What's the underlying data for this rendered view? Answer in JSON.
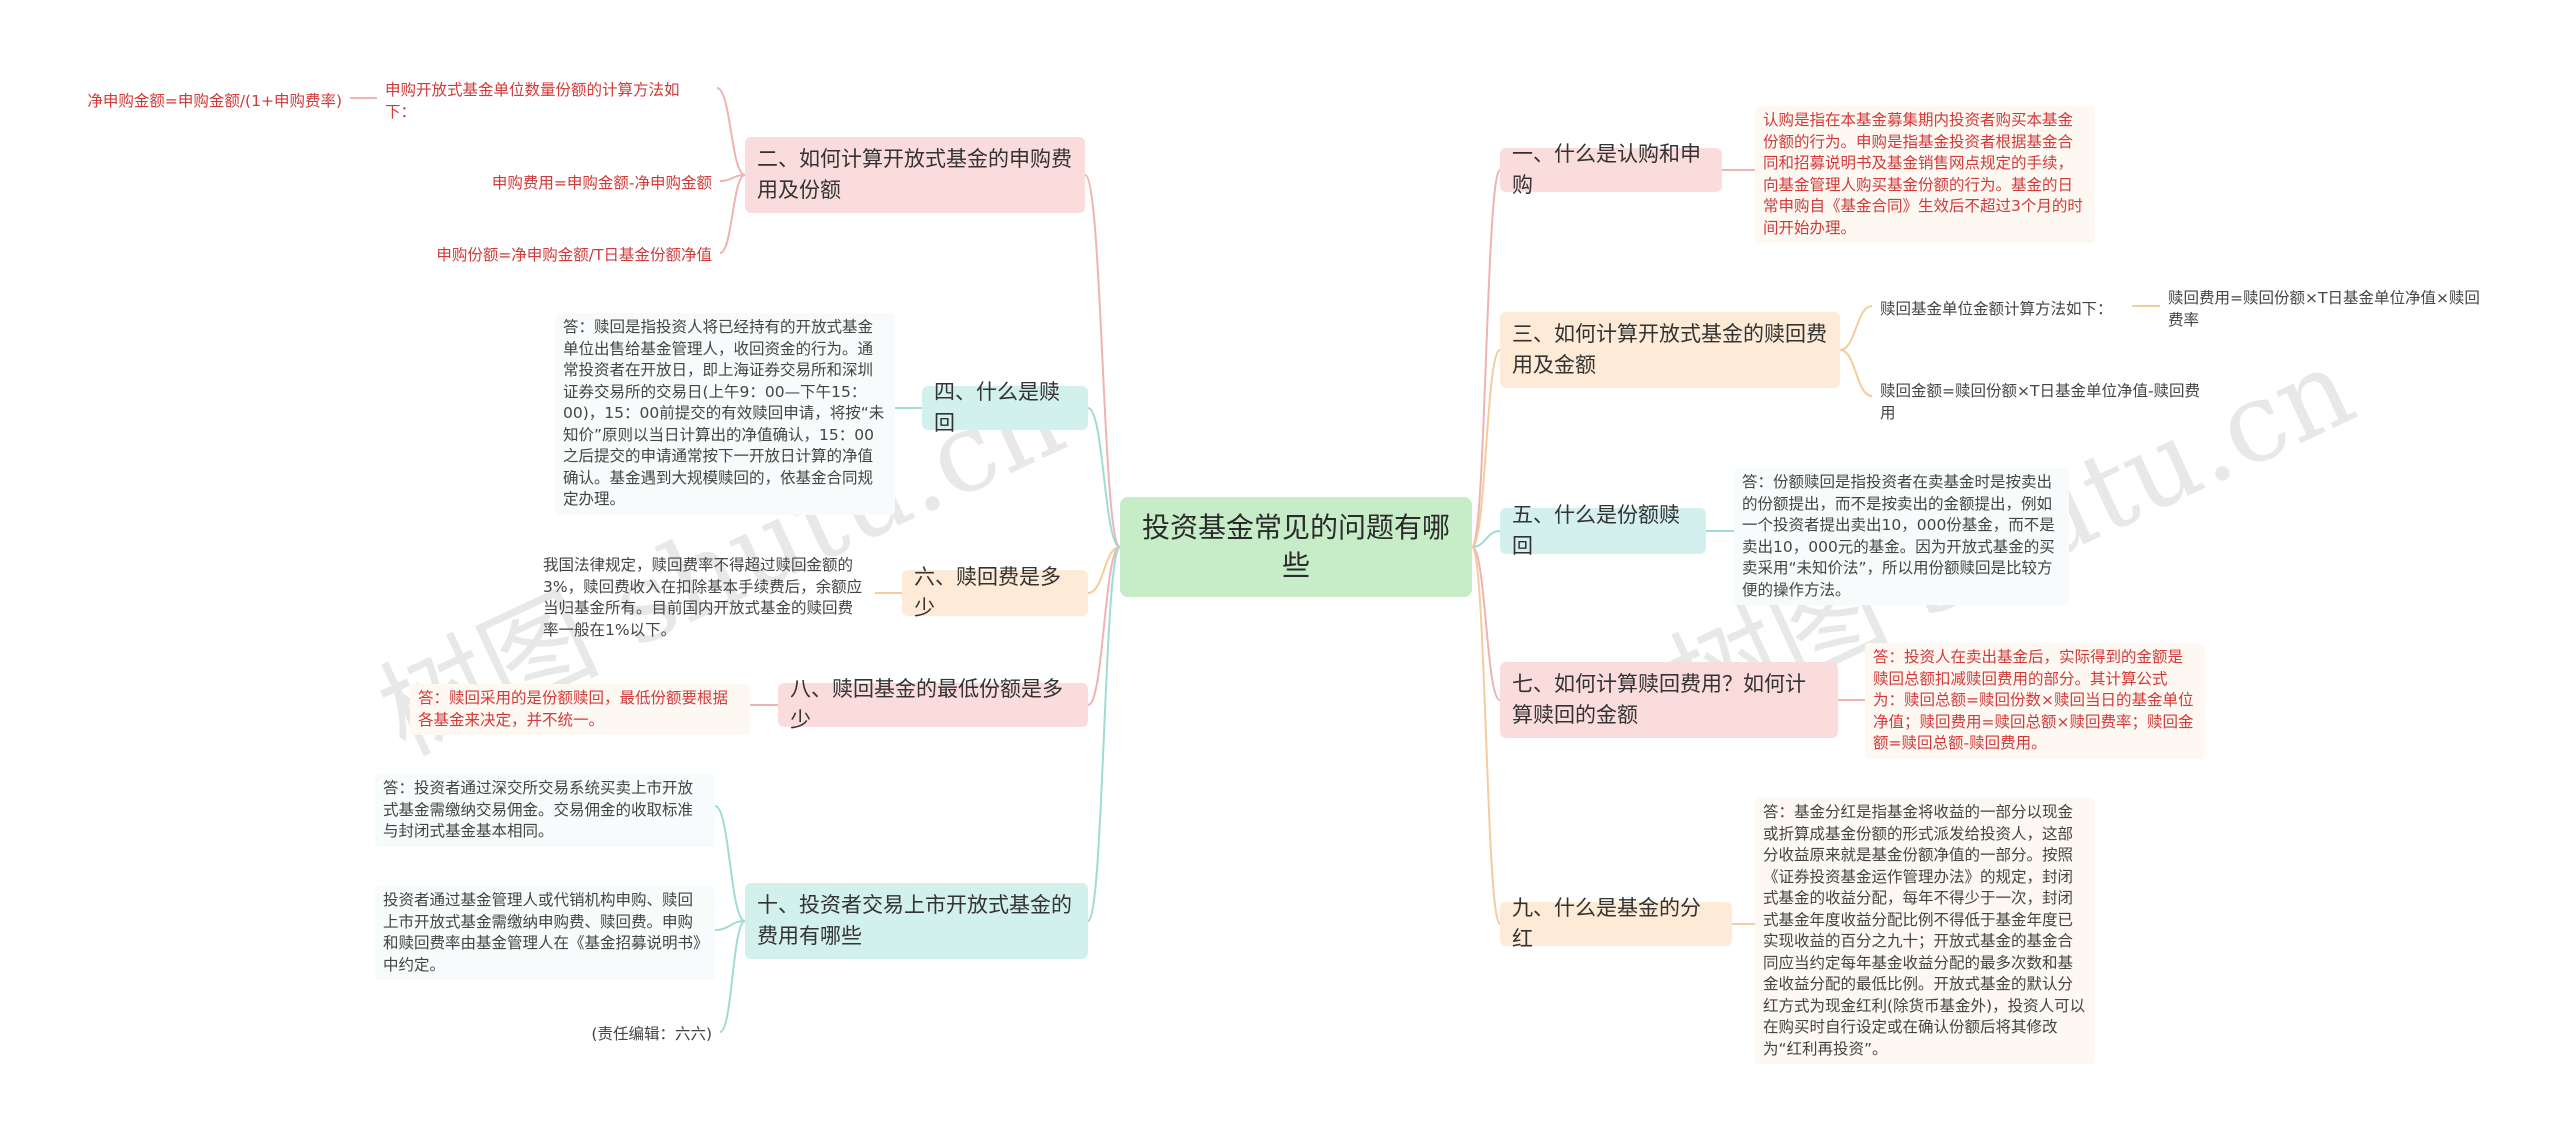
{
  "watermarks": [
    "树图 shutu.cn",
    "树图 shutu.cn"
  ],
  "root": {
    "label": "投资基金常见的问题有哪些"
  },
  "branches": {
    "b1": {
      "label": "一、什么是认购和申购"
    },
    "b2": {
      "label": "二、如何计算开放式基金的申购费用及份额"
    },
    "b3": {
      "label": "三、如何计算开放式基金的赎回费用及金额"
    },
    "b4": {
      "label": "四、什么是赎回"
    },
    "b5": {
      "label": "五、什么是份额赎回"
    },
    "b6": {
      "label": "六、赎回费是多少"
    },
    "b7": {
      "label": "七、如何计算赎回费用？如何计算赎回的金额"
    },
    "b8": {
      "label": "八、赎回基金的最低份额是多少"
    },
    "b9": {
      "label": "九、什么是基金的分红"
    },
    "b10": {
      "label": "十、投资者交易上市开放式基金的费用有哪些"
    }
  },
  "leaves": {
    "l1": "认购是指在本基金募集期内投资者购买本基金份额的行为。申购是指基金投资者根据基金合同和招募说明书及基金销售网点规定的手续，向基金管理人购买基金份额的行为。基金的日常申购自《基金合同》生效后不超过3个月的时间开始办理。",
    "l2a": "申购开放式基金单位数量份额的计算方法如下：",
    "l2a1": "净申购金额=申购金额/(1+申购费率)",
    "l2b": "申购费用=申购金额-净申购金额",
    "l2c": "申购份额=净申购金额/T日基金份额净值",
    "l3a": "赎回基金单位金额计算方法如下：",
    "l3a1": "赎回费用=赎回份额×T日基金单位净值×赎回费率",
    "l3b": "赎回金额=赎回份额×T日基金单位净值-赎回费用",
    "l4": "答：赎回是指投资人将已经持有的开放式基金单位出售给基金管理人，收回资金的行为。通常投资者在开放日，即上海证券交易所和深圳证券交易所的交易日(上午9：00—下午15：00)，15：00前提交的有效赎回申请，将按“未知价”原则以当日计算出的净值确认，15：00之后提交的申请通常按下一开放日计算的净值确认。基金遇到大规模赎回的，依基金合同规定办理。",
    "l5": "答：份额赎回是指投资者在卖基金时是按卖出的份额提出，而不是按卖出的金额提出，例如一个投资者提出卖出10，000份基金，而不是卖出10，000元的基金。因为开放式基金的买卖采用“未知价法”，所以用份额赎回是比较方便的操作方法。",
    "l6": "我国法律规定，赎回费率不得超过赎回金额的3%，赎回费收入在扣除基本手续费后，余额应当归基金所有。目前国内开放式基金的赎回费率一般在1%以下。",
    "l7": "答：投资人在卖出基金后，实际得到的金额是赎回总额扣减赎回费用的部分。其计算公式为：赎回总额=赎回份数×赎回当日的基金单位净值；赎回费用=赎回总额×赎回费率；赎回金额=赎回总额-赎回费用。",
    "l8": "答：赎回采用的是份额赎回，最低份额要根据各基金来决定，并不统一。",
    "l9": "答：基金分红是指基金将收益的一部分以现金或折算成基金份额的形式派发给投资人，这部分收益原来就是基金份额净值的一部分。按照《证券投资基金运作管理办法》的规定，封闭式基金的收益分配，每年不得少于一次，封闭式基金年度收益分配比例不得低于基金年度已实现收益的百分之九十；开放式基金的基金合同应当约定每年基金收益分配的最多次数和基金收益分配的最低比例。开放式基金的默认分红方式为现金红利(除货币基金外)，投资人可以在购买时自行设定或在确认份额后将其修改为“红利再投资”。",
    "l10a": "答：投资者通过深交所交易系统买卖上市开放式基金需缴纳交易佣金。交易佣金的收取标准与封闭式基金基本相同。",
    "l10b": "投资者通过基金管理人或代销机构申购、赎回上市开放式基金需缴纳申购费、赎回费。申购和赎回费率由基金管理人在《基金招募说明书》中约定。",
    "l10c": "(责任编辑：六六)"
  },
  "colors": {
    "root": "#c7ecc8",
    "pink": "#fbdcdc",
    "peach": "#fdebd7",
    "mint": "#d3f1ec",
    "line_pink": "#f0b3b3",
    "line_peach": "#f4cd9e",
    "line_mint": "#9fdcd3",
    "red_text": "#d23a3a"
  }
}
